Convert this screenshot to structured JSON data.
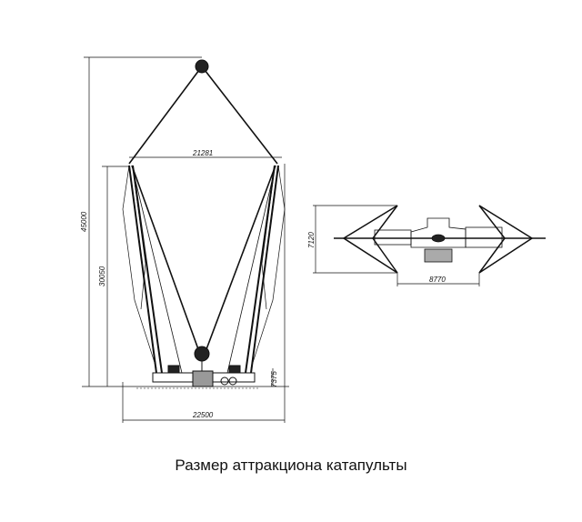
{
  "caption": "Размер аттракциона катапульты",
  "side_view": {
    "dimensions": {
      "total_height": "45000",
      "tower_height": "30050",
      "top_width": "21281",
      "base_width": "22500",
      "platform_height": "7375"
    }
  },
  "top_view": {
    "dimensions": {
      "width": "7120",
      "length": "8770"
    }
  }
}
